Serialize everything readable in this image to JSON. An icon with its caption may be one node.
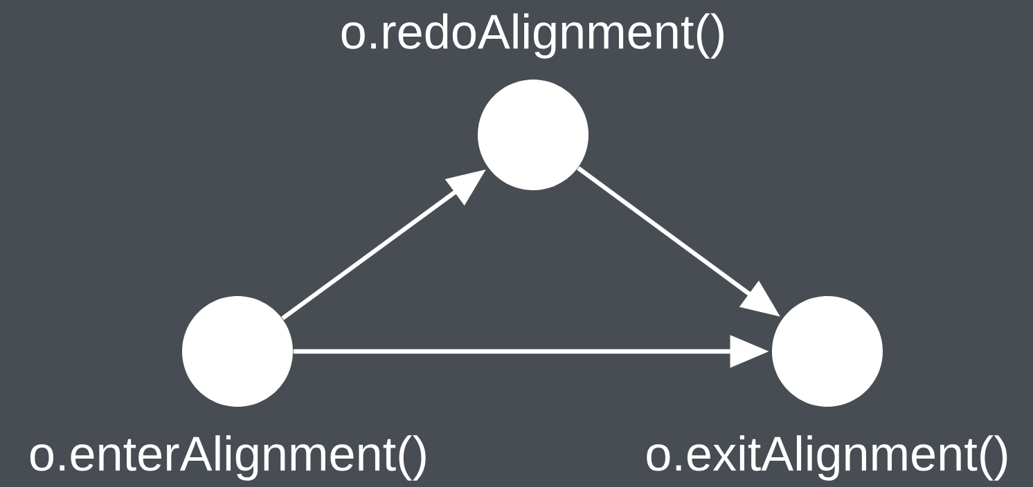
{
  "diagram": {
    "nodes": [
      {
        "text": [
          "o.redoAlignment()"
        ]
      },
      {
        "text": [
          "o.enterAlignment()"
        ]
      },
      {
        "text": [
          "o.exitAlignment()"
        ]
      }
    ],
    "edges": [
      {
        "from": 1,
        "to": 0,
        "arrow": "to"
      },
      {
        "from": 0,
        "to": 2,
        "arrow": "to"
      },
      {
        "from": 1,
        "to": 2,
        "arrow": "to"
      }
    ]
  }
}
